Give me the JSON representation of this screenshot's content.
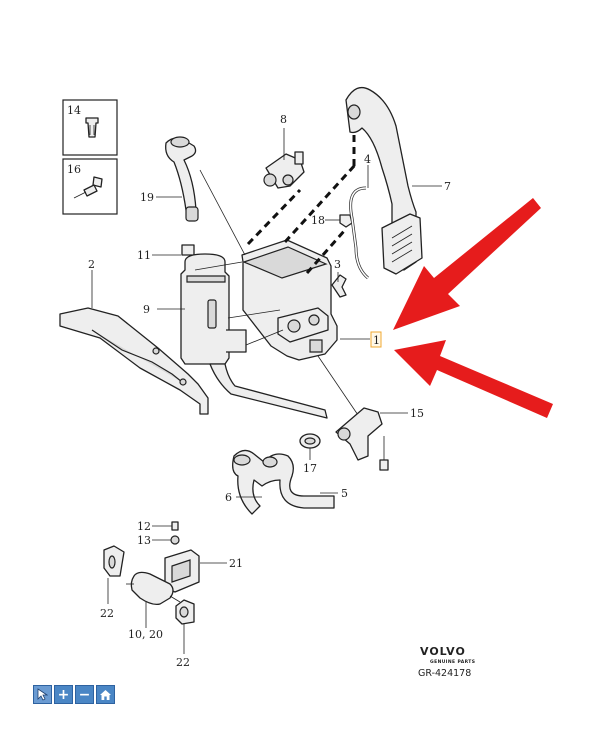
{
  "callouts": {
    "c1": "1",
    "c2": "2",
    "c3": "3",
    "c4": "4",
    "c5": "5",
    "c6": "6",
    "c7": "7",
    "c8": "8",
    "c9": "9",
    "c10_20": "10, 20",
    "c11": "11",
    "c12": "12",
    "c13": "13",
    "c14": "14",
    "c15": "15",
    "c16": "16",
    "c17": "17",
    "c18": "18",
    "c19": "19",
    "c21": "21",
    "c22a": "22",
    "c22b": "22"
  },
  "branding": {
    "logo_text": "VOLVO",
    "logo_subtext": "GENUINE PARTS",
    "drawing_ref": "GR-424178"
  },
  "colors": {
    "arrow": "#e61c1c",
    "nav_button": "#4a86c5",
    "highlight_box": "#f0a830"
  },
  "nav": {
    "pointer_icon": "pointer-icon",
    "zoom_in_label": "+",
    "zoom_out_label": "−",
    "home_icon": "home-icon"
  }
}
